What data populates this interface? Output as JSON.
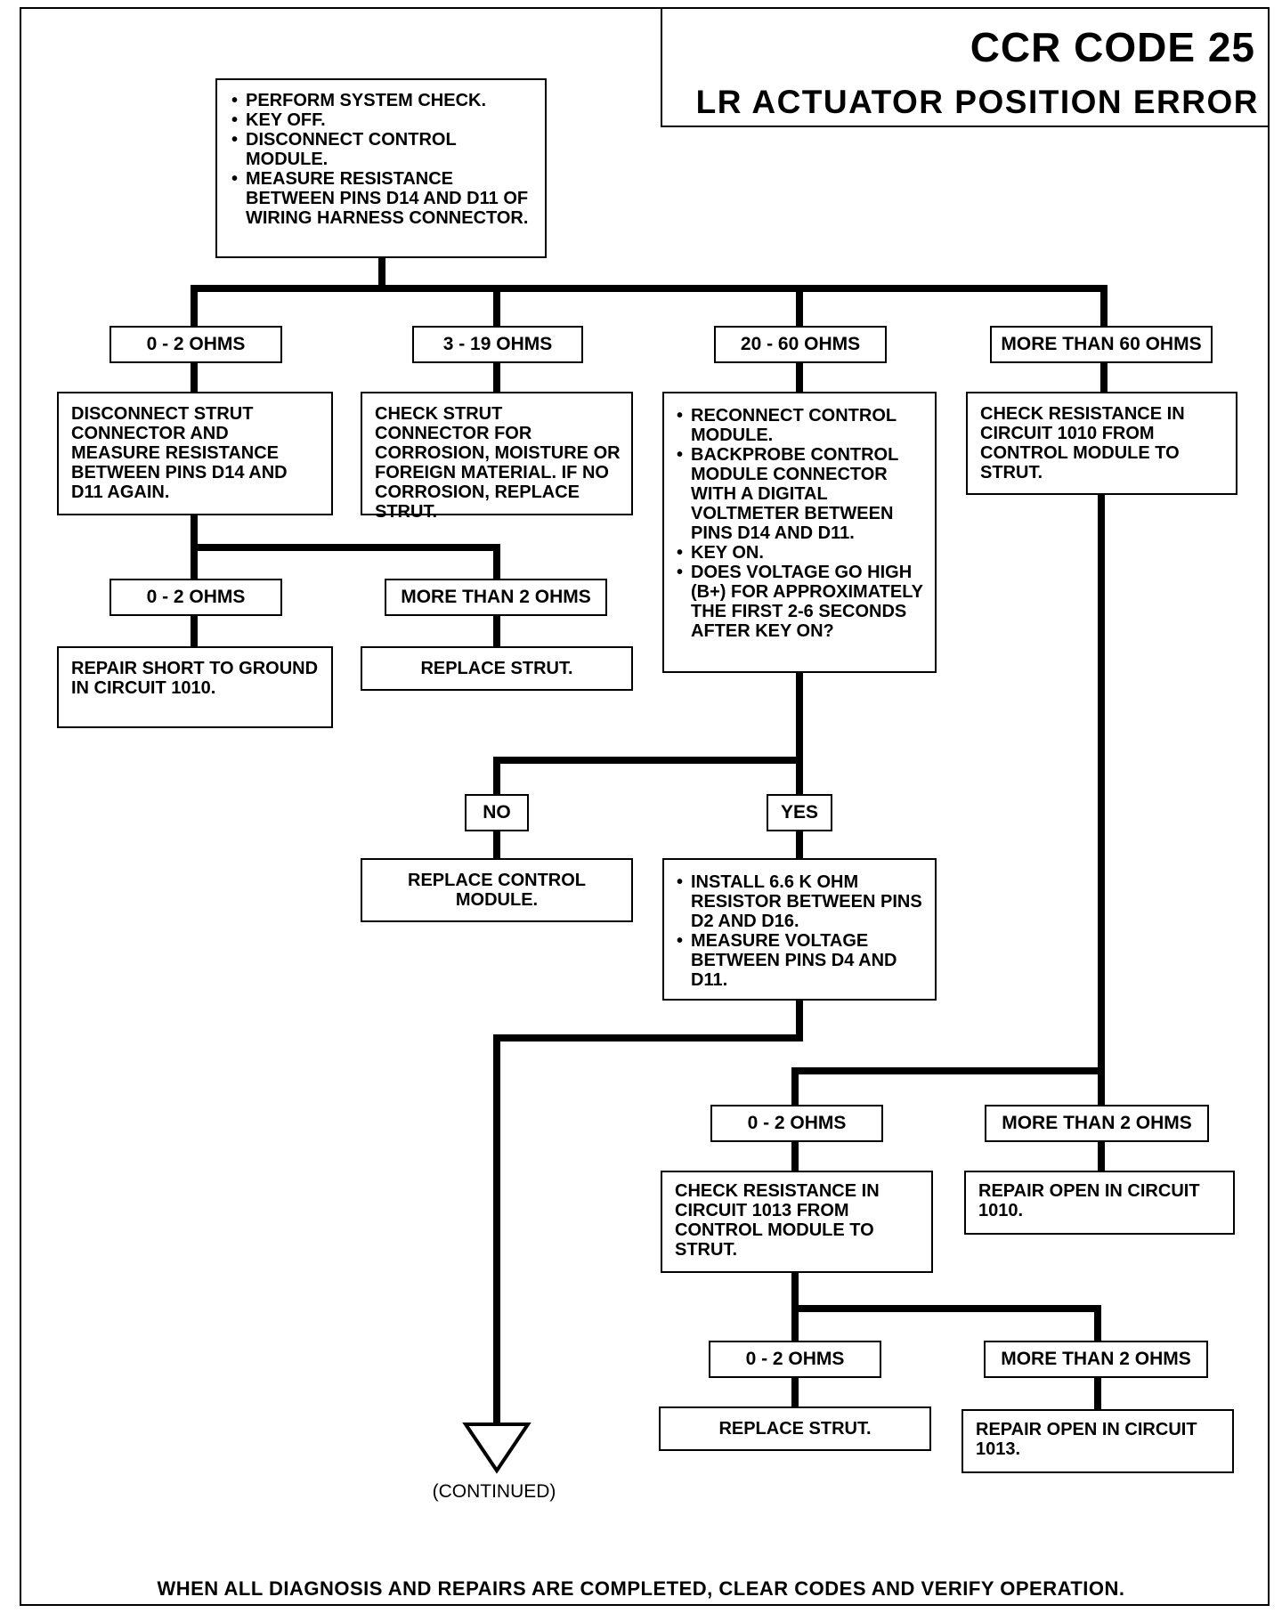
{
  "title": {
    "code": "CCR CODE 25",
    "name": "LR ACTUATOR POSITION ERROR"
  },
  "start_box": [
    "PERFORM SYSTEM CHECK.",
    "KEY OFF.",
    "DISCONNECT CONTROL MODULE.",
    "MEASURE RESISTANCE BETWEEN PINS D14 AND D11 OF WIRING HARNESS CONNECTOR."
  ],
  "branch_labels": {
    "b1": "0 - 2 OHMS",
    "b2": "3 - 19 OHMS",
    "b3": "20 - 60 OHMS",
    "b4": "MORE THAN 60 OHMS"
  },
  "branch1": {
    "action": "DISCONNECT STRUT CONNECTOR AND MEASURE RESISTANCE BETWEEN PINS D14 AND D11 AGAIN.",
    "low_label": "0 - 2 OHMS",
    "high_label": "MORE THAN 2 OHMS",
    "low_result": "REPAIR SHORT TO GROUND IN CIRCUIT 1010.",
    "high_result": "REPLACE STRUT."
  },
  "branch2": {
    "action": "CHECK STRUT CONNECTOR FOR CORROSION, MOISTURE OR FOREIGN MATERIAL. IF NO CORROSION, REPLACE STRUT."
  },
  "branch3": {
    "steps": [
      "RECONNECT CONTROL MODULE.",
      "BACKPROBE CONTROL MODULE CONNECTOR WITH A DIGITAL VOLTMETER BETWEEN PINS D14 AND D11.",
      "KEY ON.",
      "DOES VOLTAGE GO HIGH (B+) FOR APPROXIMATELY THE FIRST 2-6 SECONDS AFTER KEY ON?"
    ],
    "no_label": "NO",
    "yes_label": "YES",
    "no_result": "REPLACE CONTROL MODULE.",
    "yes_steps": [
      "INSTALL 6.6 K OHM RESISTOR BETWEEN PINS D2 AND D16.",
      "MEASURE VOLTAGE BETWEEN PINS D4 AND D11."
    ]
  },
  "branch4": {
    "action": "CHECK RESISTANCE IN CIRCUIT 1010 FROM CONTROL MODULE TO STRUT.",
    "low_label": "0 - 2 OHMS",
    "high_label": "MORE THAN 2 OHMS",
    "low_action": "CHECK RESISTANCE IN CIRCUIT 1013 FROM CONTROL MODULE TO STRUT.",
    "high_result": "REPAIR OPEN IN CIRCUIT 1010.",
    "low2_label": "0 - 2 OHMS",
    "high2_label": "MORE THAN 2 OHMS",
    "low2_result": "REPLACE STRUT.",
    "high2_result": "REPAIR OPEN IN CIRCUIT 1013."
  },
  "continued": "(CONTINUED)",
  "footer": "WHEN ALL DIAGNOSIS AND REPAIRS ARE COMPLETED, CLEAR CODES AND VERIFY OPERATION."
}
